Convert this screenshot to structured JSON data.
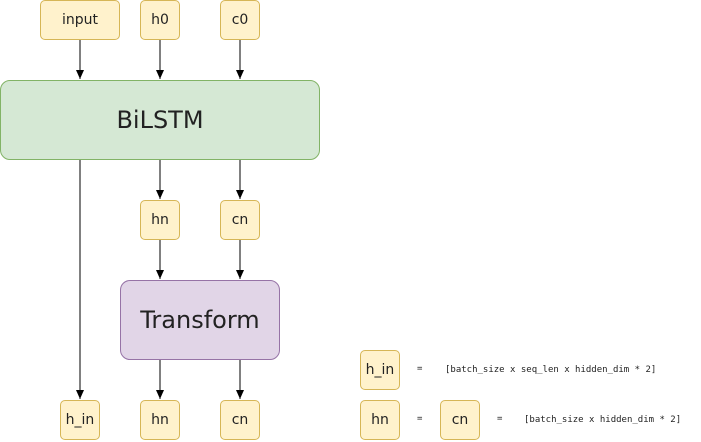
{
  "inputs": {
    "input": "input",
    "h0": "h0",
    "c0": "c0"
  },
  "bilstm": {
    "label": "BiLSTM"
  },
  "middle": {
    "hn": "hn",
    "cn": "cn"
  },
  "transform": {
    "label": "Transform"
  },
  "outputs": {
    "h_in": "h_in",
    "hn": "hn",
    "cn": "cn"
  },
  "legend": {
    "h_in_box": "h_in",
    "eq1": "=",
    "shape1": "[batch_size x seq_len x hidden_dim * 2]",
    "hn_box": "hn",
    "eq2": "=",
    "cn_box": "cn",
    "eq3": "=",
    "shape2": "[batch_size x hidden_dim * 2]"
  },
  "colors": {
    "small_fill": "#fff2cc",
    "small_stroke": "#d6b656",
    "bilstm_fill": "#d5e8d4",
    "bilstm_stroke": "#82b366",
    "transform_fill": "#e1d5e7",
    "transform_stroke": "#9673a6"
  }
}
